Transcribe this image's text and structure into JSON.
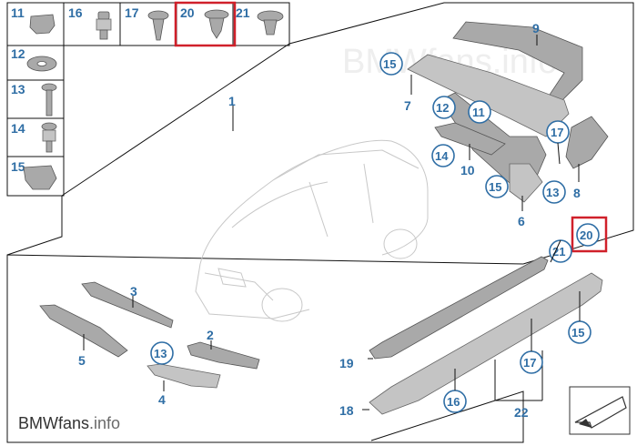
{
  "watermark": "BMWfans.info",
  "footer": {
    "brand": "BMW",
    "site": "fans",
    "suffix": ".info"
  },
  "fastener_cells": [
    {
      "id": "cell-11",
      "label": "11"
    },
    {
      "id": "cell-16",
      "label": "16"
    },
    {
      "id": "cell-17",
      "label": "17"
    },
    {
      "id": "cell-20",
      "label": "20",
      "highlighted": true
    },
    {
      "id": "cell-21",
      "label": "21"
    },
    {
      "id": "cell-12",
      "label": "12"
    },
    {
      "id": "cell-13",
      "label": "13"
    },
    {
      "id": "cell-14",
      "label": "14"
    },
    {
      "id": "cell-15",
      "label": "15"
    }
  ],
  "labels": {
    "group_front": "1",
    "part_2": "2",
    "part_3": "3",
    "part_4": "4",
    "part_5": "5",
    "part_6": "6",
    "part_7": "7",
    "part_8": "8",
    "part_9": "9",
    "part_10": "10",
    "part_18": "18",
    "part_19": "19",
    "part_22": "22"
  },
  "callouts": {
    "c15_top": "15",
    "c12": "12",
    "c11": "11",
    "c14": "14",
    "c17_top": "17",
    "c15_mid": "15",
    "c13_rear": "13",
    "c20": "20",
    "c21": "21",
    "c13_front": "13",
    "c15_side": "15",
    "c17_side": "17",
    "c16_side": "16"
  },
  "colors": {
    "callout_blue": "#2f6ea5",
    "highlight_red": "#d0202a"
  }
}
